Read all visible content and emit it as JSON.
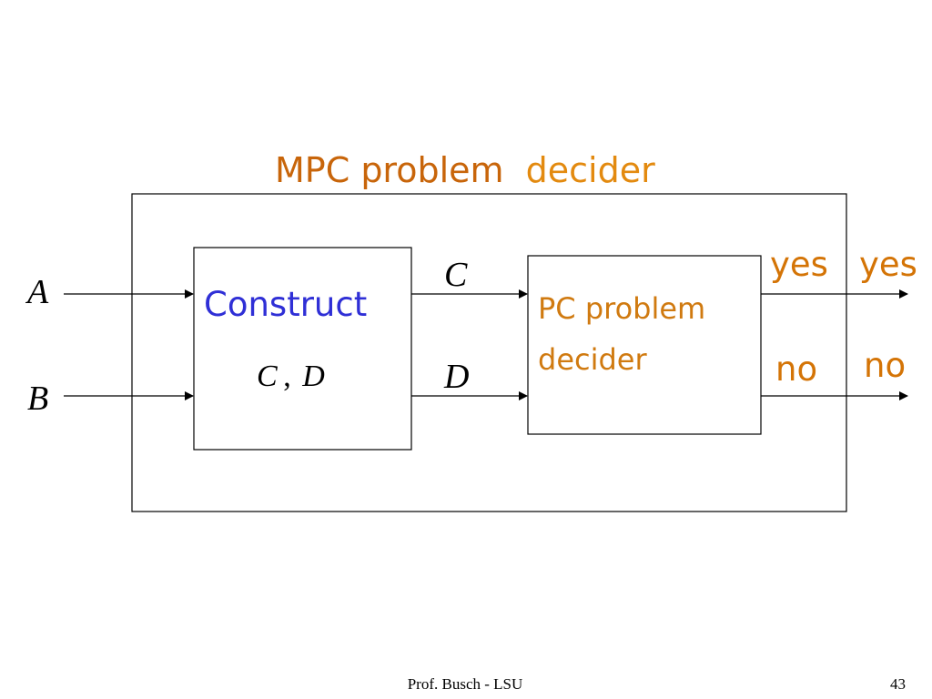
{
  "title": {
    "part1": "MPC problem",
    "part2": "decider"
  },
  "inputs": {
    "a": "A",
    "b": "B"
  },
  "construct_box": {
    "label": "Construct",
    "formula_c": "C",
    "formula_comma": ",",
    "formula_d": "D"
  },
  "connections": {
    "c_label": "C",
    "d_label": "D"
  },
  "pc_box": {
    "line1": "PC problem",
    "line2": "decider"
  },
  "outputs": {
    "inner_yes": "yes",
    "outer_yes": "yes",
    "inner_no": "no",
    "outer_no": "no"
  },
  "footer": {
    "credit": "Prof. Busch - LSU",
    "page_number": "43"
  },
  "colors": {
    "title_dark_orange": "#c8650a",
    "title_light_orange": "#e38a0f",
    "construct_blue": "#2f2fd6",
    "pc_orange": "#d07a10",
    "outputs_orange": "#d47406",
    "lines": "#000000"
  }
}
